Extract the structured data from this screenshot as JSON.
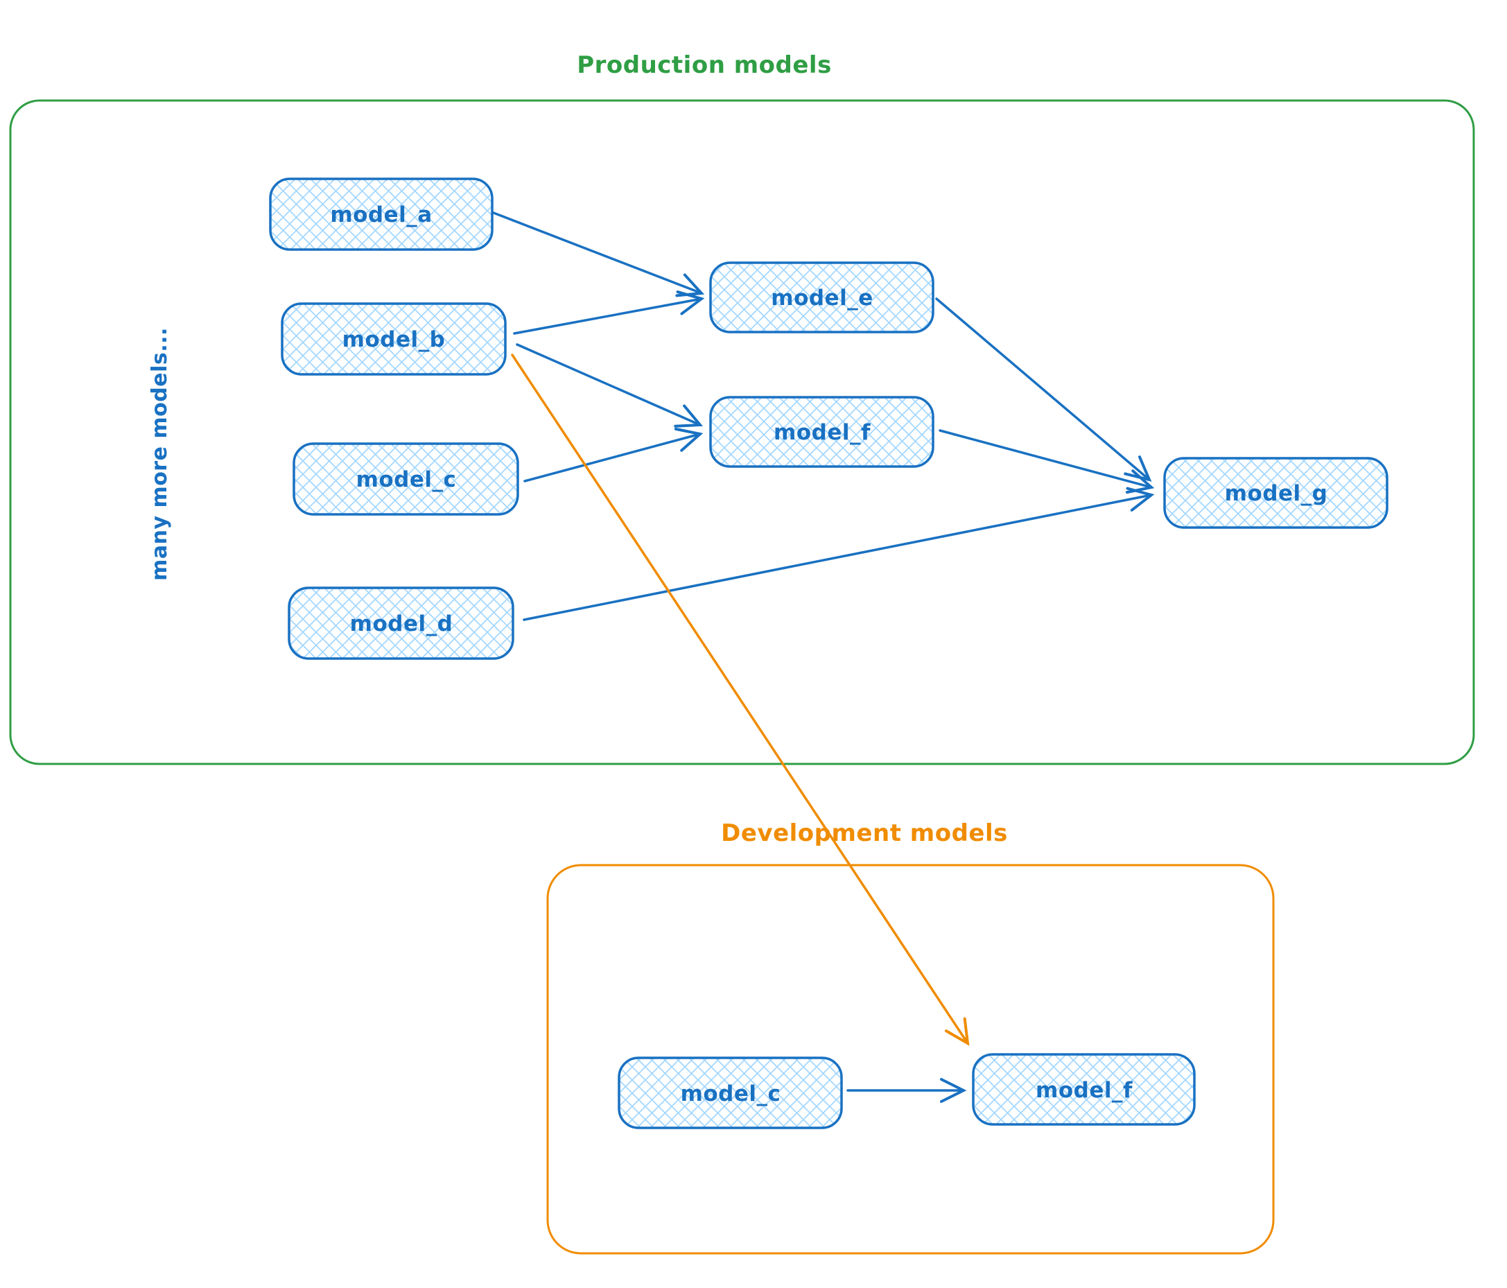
{
  "colors": {
    "node_stroke": "#1971c2",
    "node_label": "#1971c2",
    "hatch_fill": "#a5d8ff",
    "production_accent": "#2f9e44",
    "development_accent": "#f08c00"
  },
  "production": {
    "title": "Production models",
    "side_note": "many more models...",
    "nodes": [
      {
        "id": "model_a",
        "label": "model_a"
      },
      {
        "id": "model_b",
        "label": "model_b"
      },
      {
        "id": "model_c",
        "label": "model_c"
      },
      {
        "id": "model_d",
        "label": "model_d"
      },
      {
        "id": "model_e",
        "label": "model_e"
      },
      {
        "id": "model_f",
        "label": "model_f"
      },
      {
        "id": "model_g",
        "label": "model_g"
      }
    ],
    "edges": [
      {
        "from": "model_a",
        "to": "model_e"
      },
      {
        "from": "model_b",
        "to": "model_e"
      },
      {
        "from": "model_b",
        "to": "model_f"
      },
      {
        "from": "model_c",
        "to": "model_f"
      },
      {
        "from": "model_e",
        "to": "model_g"
      },
      {
        "from": "model_f",
        "to": "model_g"
      },
      {
        "from": "model_d",
        "to": "model_g"
      }
    ]
  },
  "development": {
    "title": "Development models",
    "nodes": [
      {
        "id": "dev_model_c",
        "label": "model_c"
      },
      {
        "id": "dev_model_f",
        "label": "model_f"
      }
    ],
    "edges": [
      {
        "from": "dev_model_c",
        "to": "dev_model_f"
      }
    ]
  },
  "cross_edge": {
    "from": "model_b",
    "to": "dev_model_f",
    "color": "#f08c00"
  }
}
